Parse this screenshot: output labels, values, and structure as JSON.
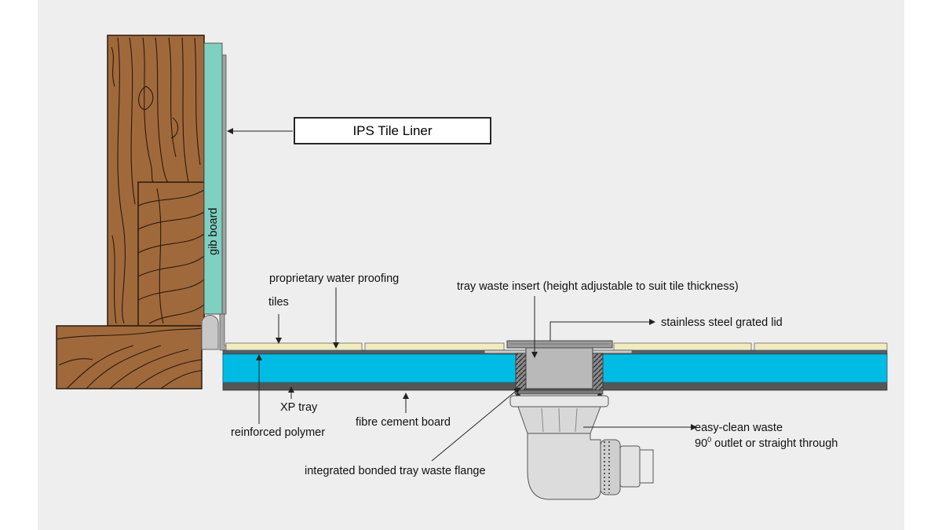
{
  "diagram": {
    "title_box": "IPS Tile Liner",
    "labels": {
      "gib_board": "gib board",
      "proprietary_water_proofing": "proprietary water proofing",
      "tiles": "tiles",
      "tray_waste_insert": "tray waste insert (height adjustable to suit tile thickness)",
      "stainless_steel_grated_lid": "stainless steel grated lid",
      "xp_tray": "XP tray",
      "fibre_cement_board": "fibre cement board",
      "reinforced_polymer": "reinforced polymer",
      "easy_clean_waste": "easy-clean waste",
      "outlet_prefix": "90",
      "outlet_sup": "0",
      "outlet_suffix": " outlet or straight through",
      "integrated_flange": "integrated bonded tray waste flange"
    },
    "colors": {
      "background": "#eeeeee",
      "wood": "#a0693c",
      "wood_dark": "#2a1a0c",
      "gib_board": "#7fd0c0",
      "xp_tray": "#00bce4",
      "tiles": "#f1ecbf",
      "fibre_cement": "#555555",
      "waste_metal": "#bdbdbd"
    }
  }
}
